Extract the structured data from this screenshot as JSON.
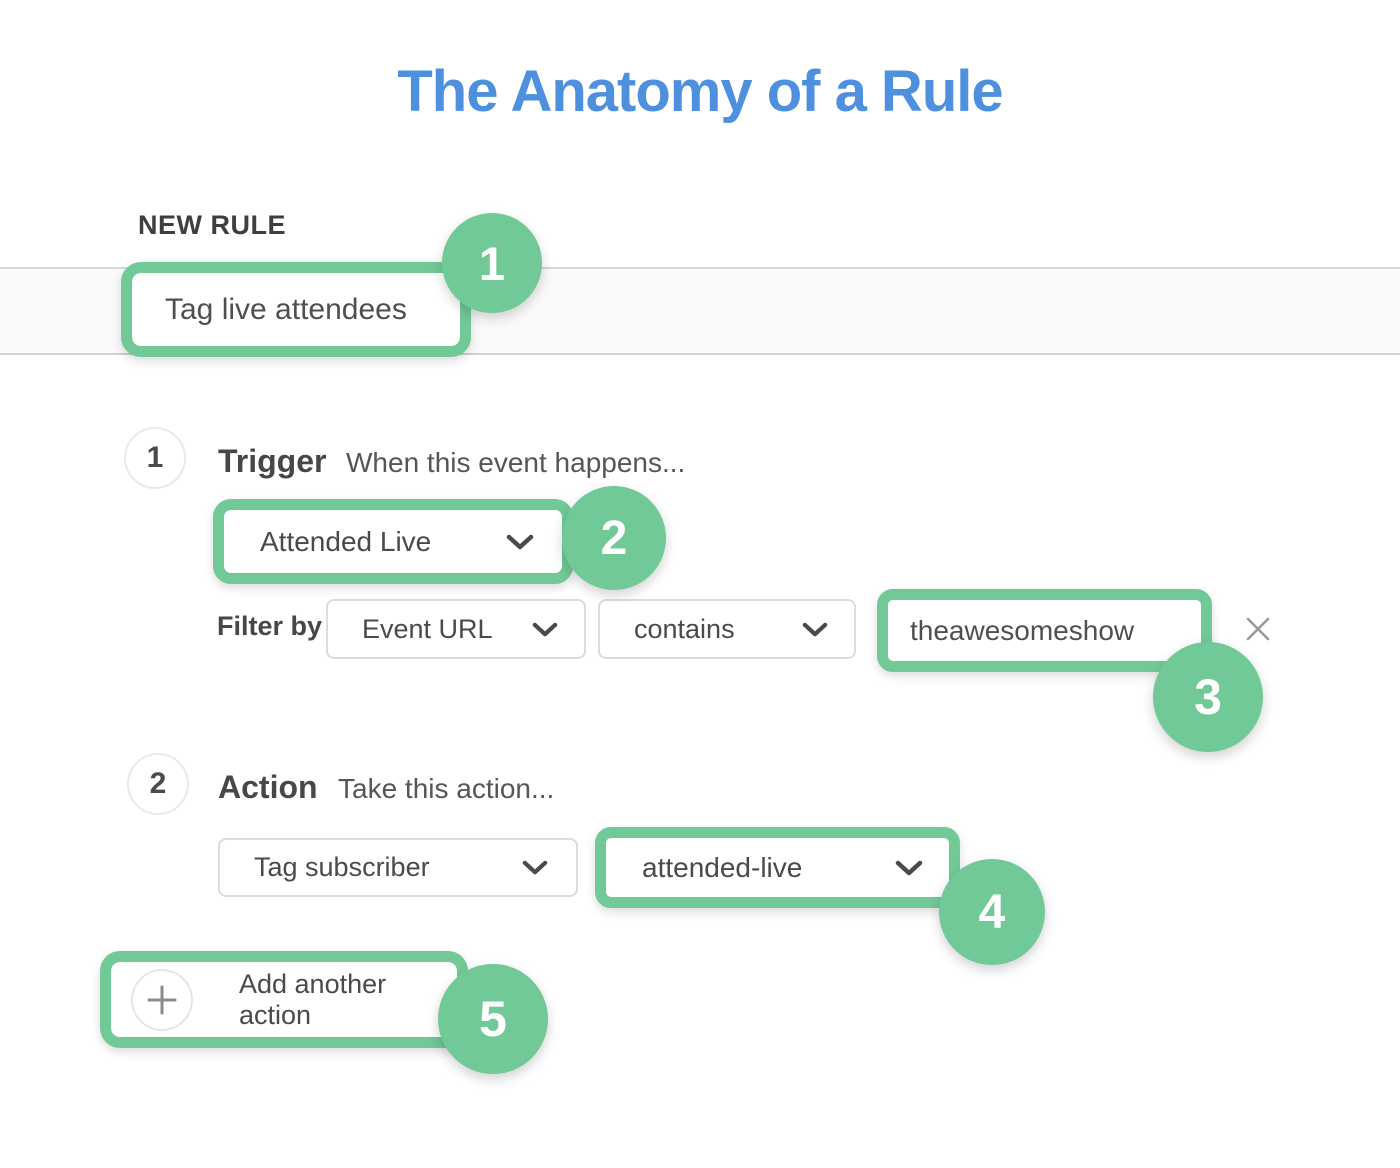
{
  "page": {
    "title": "The Anatomy of a Rule"
  },
  "rule": {
    "section_label": "NEW RULE",
    "name_value": "Tag live attendees"
  },
  "trigger": {
    "step_number": "1",
    "title": "Trigger",
    "subtitle": "When this event happens...",
    "event_value": "Attended Live",
    "filter_label": "Filter by",
    "filter_field_value": "Event URL",
    "filter_operator_value": "contains",
    "filter_text_value": "theawesomeshow"
  },
  "action": {
    "step_number": "2",
    "title": "Action",
    "subtitle": "Take this action...",
    "type_value": "Tag subscriber",
    "tag_value": "attended-live",
    "add_button_label": "Add another action"
  },
  "annotations": [
    "1",
    "2",
    "3",
    "4",
    "5"
  ],
  "colors": {
    "accent_green": "#70c996",
    "title_blue": "#4e90dd",
    "border_gray": "#dcdcdc"
  }
}
